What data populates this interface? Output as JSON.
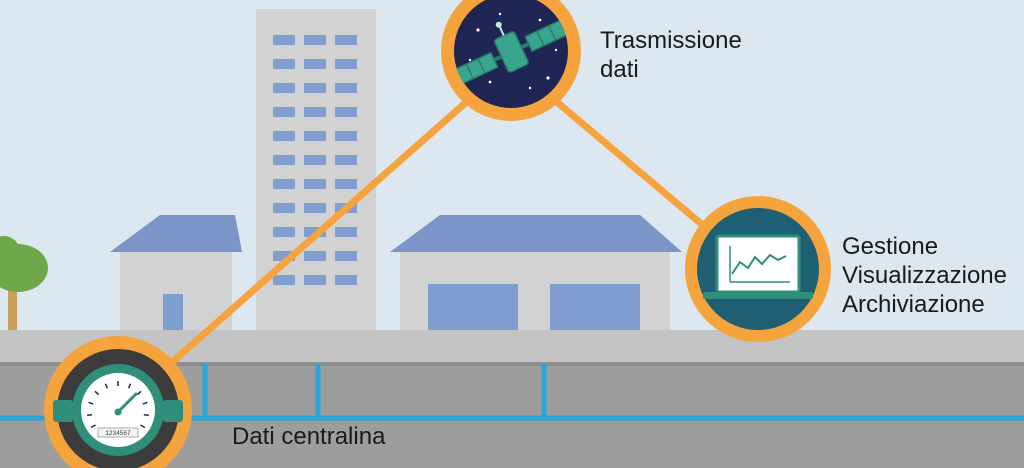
{
  "labels": {
    "transmission": [
      "Trasmissione",
      "dati"
    ],
    "management": [
      "Gestione",
      "Visualizzazione",
      "Archiviazione"
    ],
    "meter": "Dati centralina"
  },
  "meter_digits": "1234567",
  "colors": {
    "sky": "#dde7f0",
    "orange": "#f5a33c",
    "building_gray": "#d2d2d2",
    "window_blue": "#7f9fd1",
    "roof_blue": "#7b95c8",
    "ground": "#a8a8a8",
    "road": "#969696",
    "water_pipe": "#2aa6d9",
    "teal": "#2f8f7b",
    "tree_green": "#6fa84a",
    "space_navy": "#1f2654"
  },
  "icons": [
    "satellite-icon",
    "laptop-chart-icon",
    "water-meter-icon",
    "tree-icon"
  ]
}
